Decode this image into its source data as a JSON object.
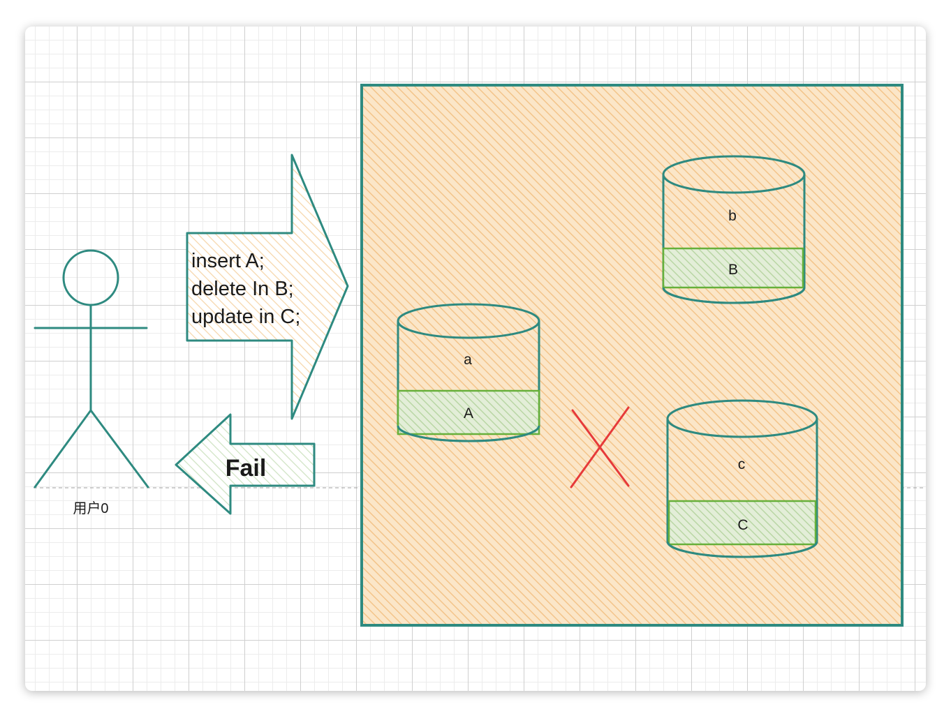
{
  "user": {
    "label": "用户0"
  },
  "request": {
    "lines": [
      "insert A;",
      "delete In B;",
      "update in C;"
    ]
  },
  "response": {
    "label": "Fail"
  },
  "databases": [
    {
      "top_label": "a",
      "bottom_label": "A"
    },
    {
      "top_label": "b",
      "bottom_label": "B"
    },
    {
      "top_label": "c",
      "bottom_label": "C"
    }
  ],
  "colors": {
    "stroke": "#2e8a80",
    "fill_orange": "#f8d9ae",
    "fill_green": "#d2e6c6",
    "green_stroke": "#66b03a",
    "cross": "#e63a3a"
  }
}
